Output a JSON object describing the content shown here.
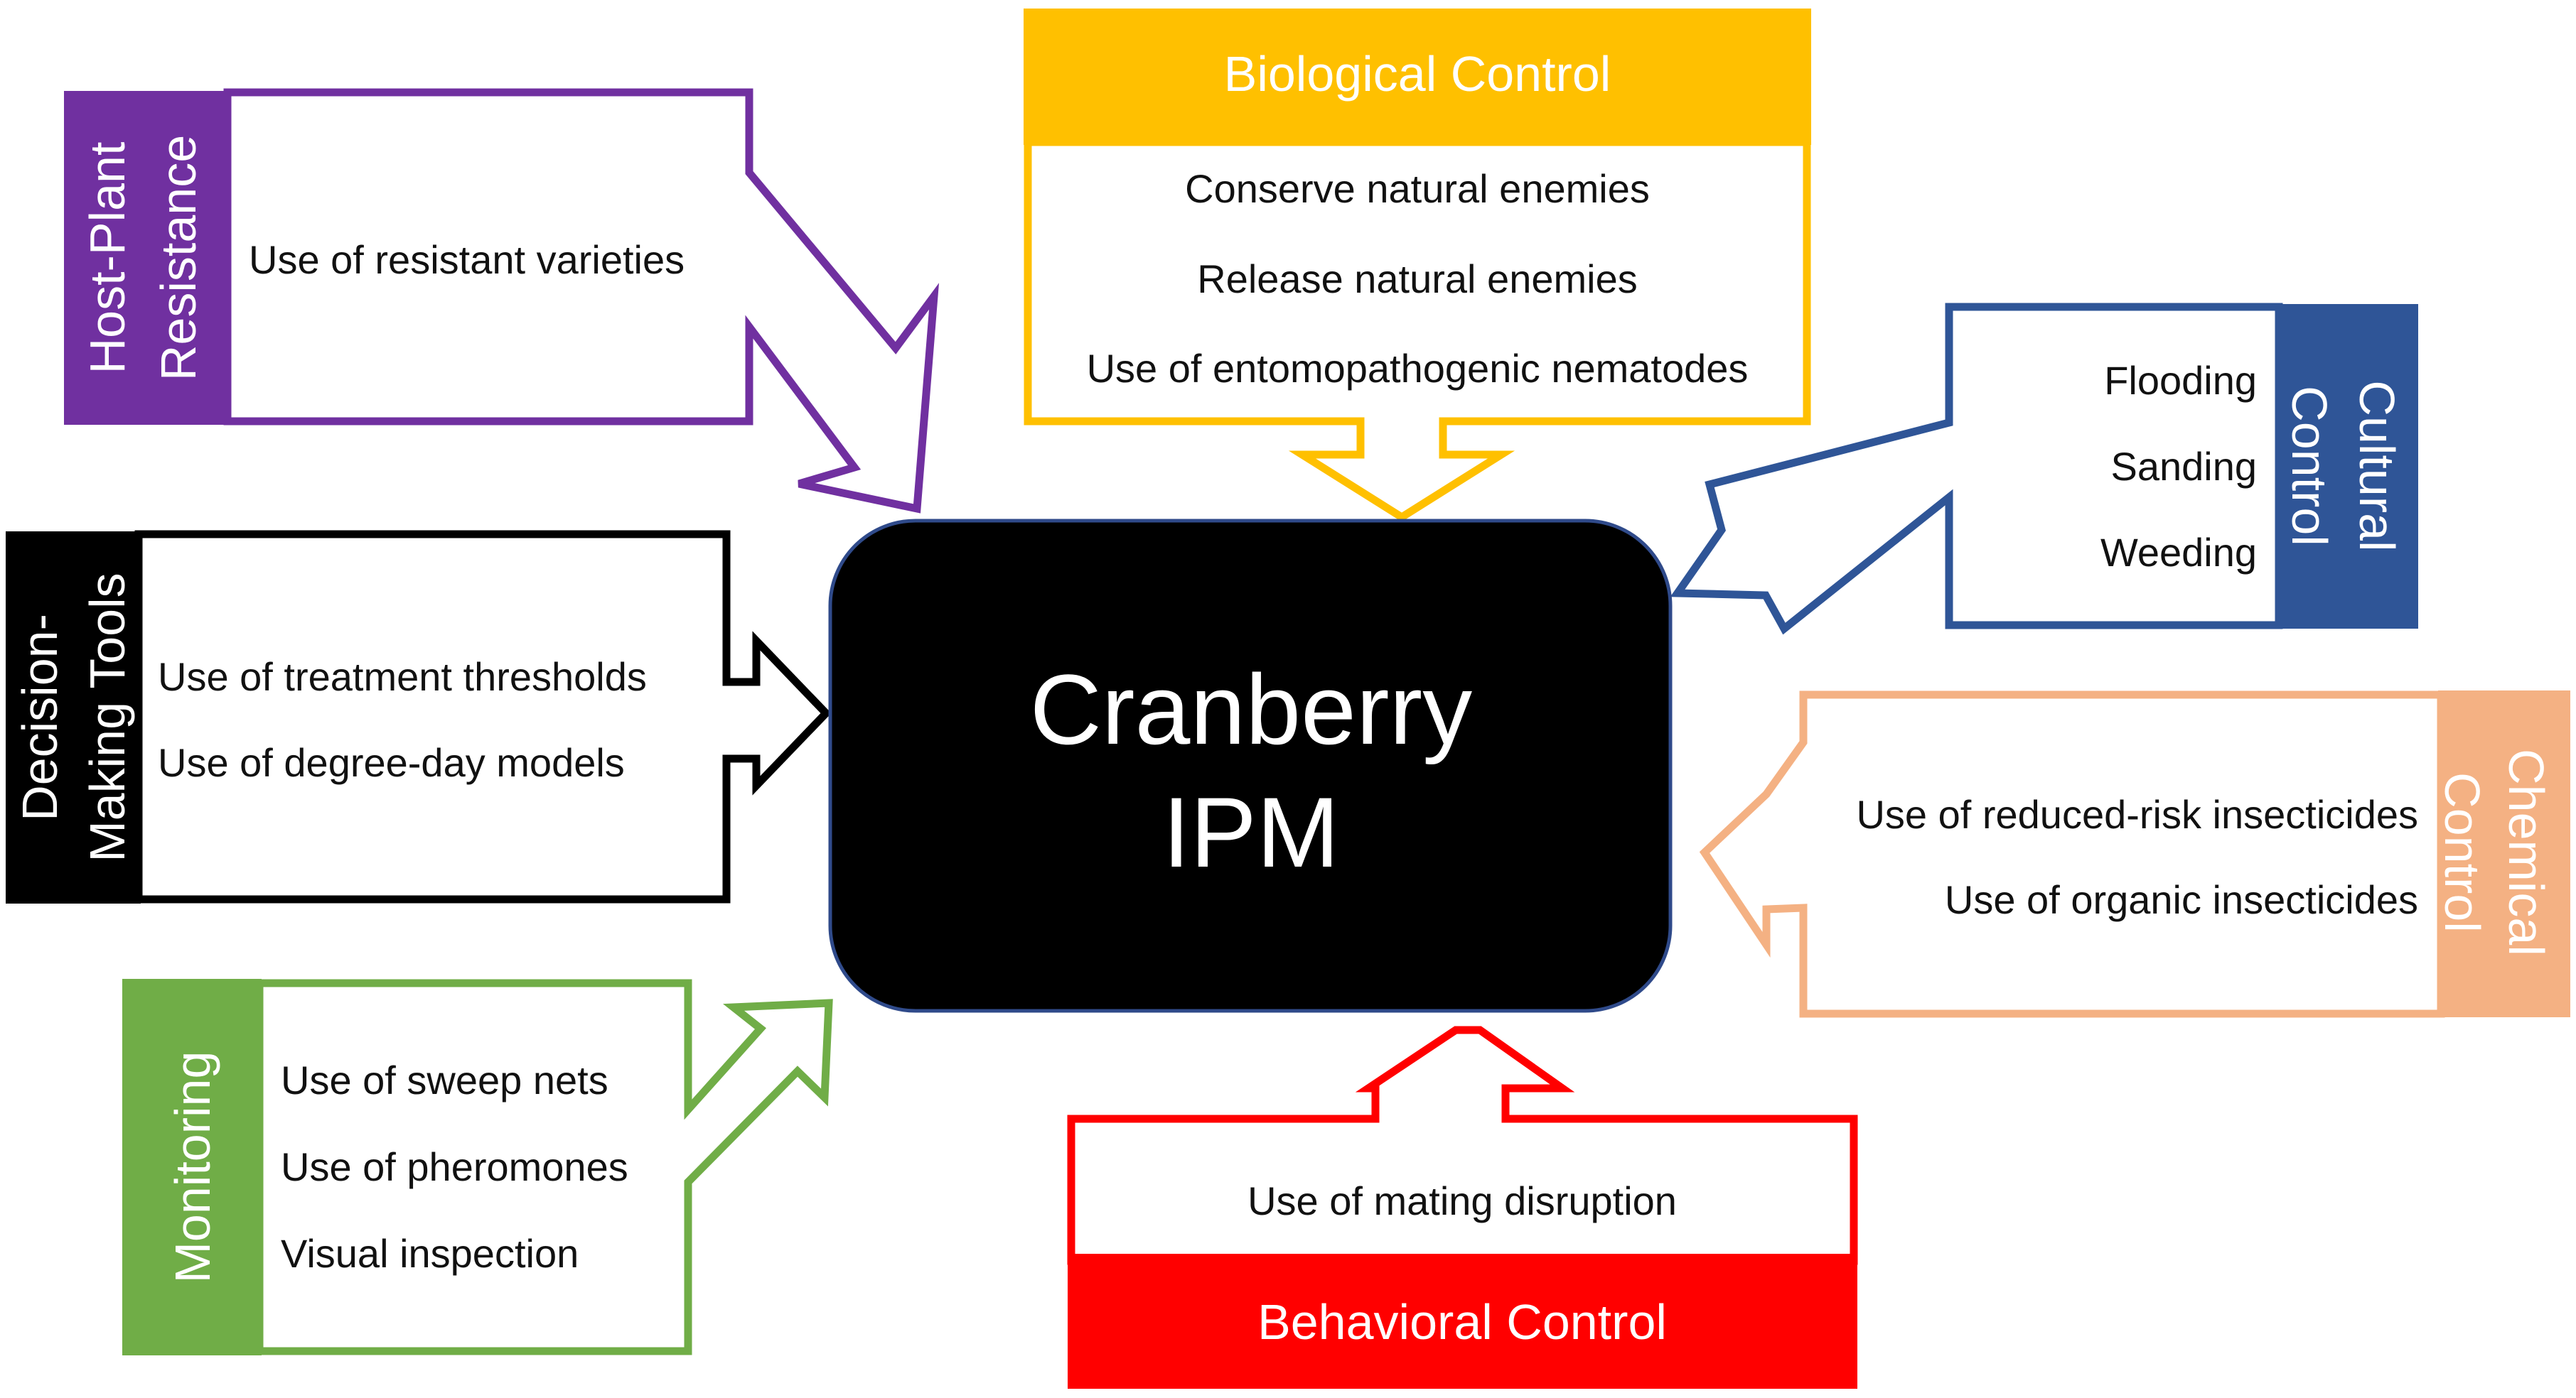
{
  "center": {
    "line1": "Cranberry",
    "line2": "IPM",
    "color": "#000000",
    "border": "#2f4a8a"
  },
  "groups": {
    "biological": {
      "title": "Biological Control",
      "color": "#ffc000",
      "items": [
        "Conserve natural enemies",
        "Release natural enemies",
        "Use of entomopathogenic nematodes"
      ]
    },
    "host_plant": {
      "title_line1": "Host-Plant",
      "title_line2": "Resistance",
      "color": "#7030a0",
      "items": [
        "Use of resistant varieties"
      ]
    },
    "cultural": {
      "title_line1": "Cultural",
      "title_line2": "Control",
      "color": "#2f5597",
      "items": [
        "Flooding",
        "Sanding",
        "Weeding"
      ]
    },
    "decision": {
      "title_line1": "Decision-",
      "title_line2": "Making Tools",
      "color": "#000000",
      "items": [
        "Use of treatment thresholds",
        "Use of degree-day models"
      ]
    },
    "chemical": {
      "title_line1": "Chemical",
      "title_line2": "Control",
      "color": "#f4b183",
      "items": [
        "Use of reduced-risk insecticides",
        "Use of organic insecticides"
      ]
    },
    "monitoring": {
      "title": "Monitoring",
      "color": "#70ad47",
      "items": [
        "Use of sweep nets",
        "Use of pheromones",
        "Visual inspection"
      ]
    },
    "behavioral": {
      "title": "Behavioral Control",
      "color": "#ff0000",
      "items": [
        "Use of mating disruption"
      ]
    }
  }
}
